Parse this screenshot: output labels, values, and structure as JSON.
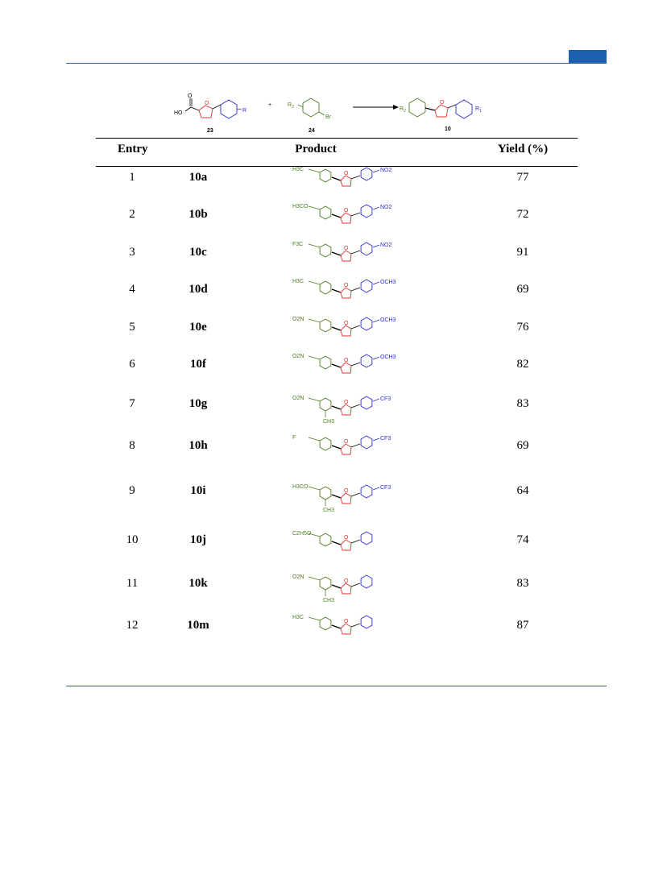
{
  "header": {
    "accent_color": "#1f5fb0"
  },
  "scheme": {
    "reactant1_label": "23",
    "reactant2_label": "24",
    "product_label": "10",
    "plus": "+",
    "ho": "HO",
    "o": "O",
    "r": "R",
    "r1": "R",
    "r1_sub": "1",
    "r2": "R",
    "r2_sub": "2",
    "br": "Br"
  },
  "table": {
    "headers": {
      "entry": "Entry",
      "product": "Product",
      "yield": "Yield (%)"
    },
    "rows": [
      {
        "entry": "1",
        "code": "10a",
        "yield": "77",
        "left_sub": "H3C",
        "right_sub": "NO2"
      },
      {
        "entry": "2",
        "code": "10b",
        "yield": "72",
        "left_sub": "H3CO",
        "right_sub": "NO2"
      },
      {
        "entry": "3",
        "code": "10c",
        "yield": "91",
        "left_sub": "F3C",
        "right_sub": "NO2"
      },
      {
        "entry": "4",
        "code": "10d",
        "yield": "69",
        "left_sub": "H3C",
        "right_sub": "OCH3"
      },
      {
        "entry": "5",
        "code": "10e",
        "yield": "76",
        "left_sub": "O2N",
        "right_sub": "OCH3"
      },
      {
        "entry": "6",
        "code": "10f",
        "yield": "82",
        "left_sub": "O2N",
        "right_sub": "OCH3"
      },
      {
        "entry": "7",
        "code": "10g",
        "yield": "83",
        "left_sub": "O2N",
        "right_sub": "CF3",
        "extra_sub": "CH3"
      },
      {
        "entry": "8",
        "code": "10h",
        "yield": "69",
        "left_sub": "F",
        "right_sub": "CF3"
      },
      {
        "entry": "9",
        "code": "10i",
        "yield": "64",
        "left_sub": "H3CO",
        "right_sub": "CF3",
        "extra_sub": "CH3"
      },
      {
        "entry": "10",
        "code": "10j",
        "yield": "74",
        "left_sub": "C2H5O",
        "right_sub": ""
      },
      {
        "entry": "11",
        "code": "10k",
        "yield": "83",
        "left_sub": "O2N",
        "right_sub": "",
        "extra_sub": "CH3"
      },
      {
        "entry": "12",
        "code": "10m",
        "yield": "87",
        "left_sub": "H3C",
        "right_sub": ""
      }
    ]
  },
  "colors": {
    "green": "#4a7a1e",
    "red": "#e03030",
    "blue": "#2b2bd0"
  }
}
